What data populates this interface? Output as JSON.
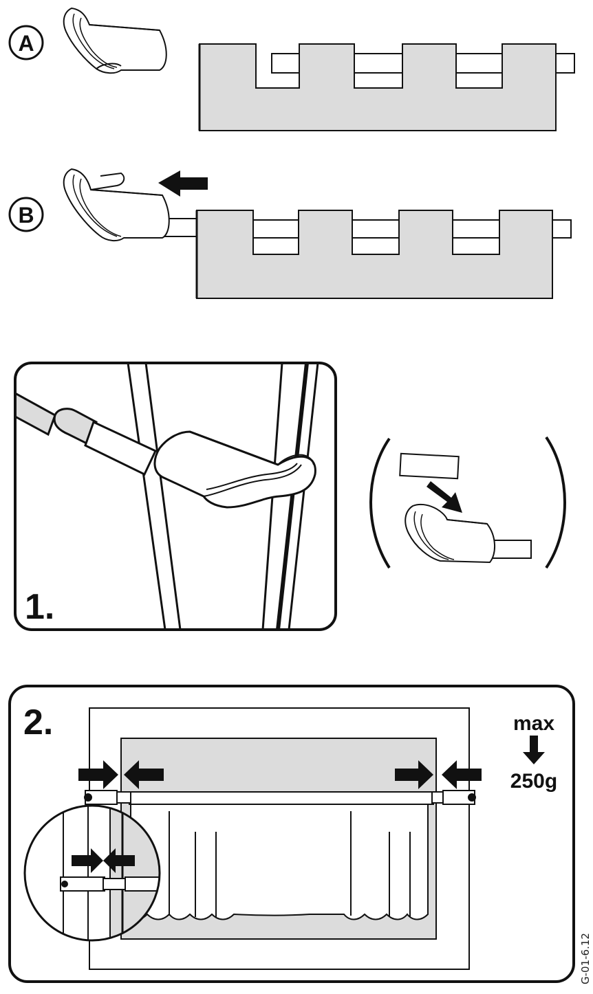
{
  "figure": {
    "step_a_marker": "A",
    "step_b_marker": "B",
    "step_1_label": "1.",
    "step_2_label": "2.",
    "max_label": "max",
    "weight_label": "250g",
    "doc_code": "G-01-6.12"
  },
  "colors": {
    "line": "#111111",
    "fabric_gray": "#dcdcdc",
    "paper": "#ffffff"
  },
  "icons": [
    "arrow-left-icon",
    "arrow-down-icon",
    "arrow-right-icon",
    "clip-icon",
    "magnifier-circle-icon"
  ]
}
